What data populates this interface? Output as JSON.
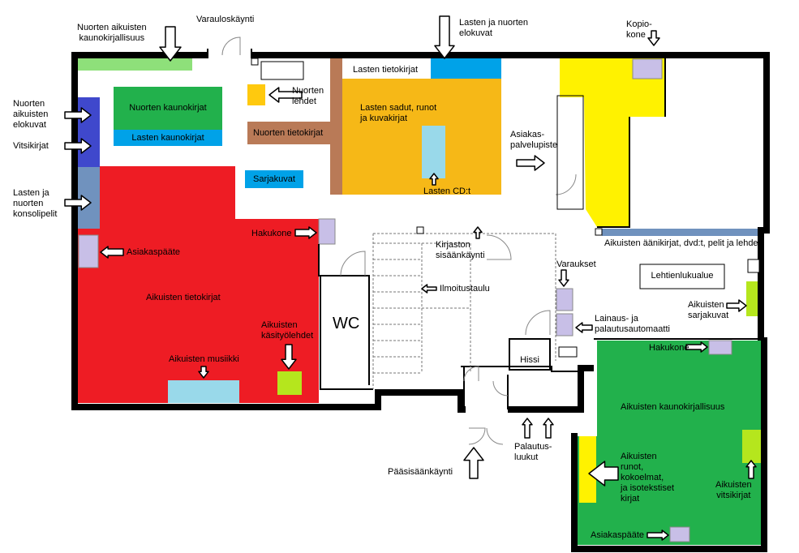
{
  "colors": {
    "wall": "#000000",
    "adult_nonfiction": "#ee1c24",
    "adult_fiction": "#22b14c",
    "children_stories": "#f6b817",
    "yellow_area": "#fff200",
    "lavender": "#c8bfe7",
    "light_blue": "#99d9ea",
    "blue": "#00a2e8",
    "dark_blue": "#3f48cc",
    "slate_blue": "#7092be",
    "brown": "#b97a57",
    "lime": "#b5e61d",
    "light_green": "#8ee07a",
    "gold": "#ffc90e"
  },
  "labels": {
    "nuorten_aikuisten_kaunokirjallisuus": [
      "Nuorten aikuisten",
      "kaunokirjallisuus"
    ],
    "varauloskaynti": "Varauloskäynti",
    "lasten_ja_nuorten_elokuvat": [
      "Lasten ja nuorten",
      "elokuvat"
    ],
    "kopiokone": [
      "Kopio-",
      "kone"
    ],
    "nuorten_aikuisten_elokuvat": [
      "Nuorten",
      "aikuisten",
      "elokuvat"
    ],
    "vitsikirjat": "Vitsikirjat",
    "lasten_ja_nuorten_konsolipelit": [
      "Lasten ja",
      "nuorten",
      "konsolipelit"
    ],
    "nuorten_kaunokirjat": "Nuorten kaunokirjat",
    "lasten_kaunokirjat": "Lasten kaunokirjat",
    "nuorten_lehdet": [
      "Nuorten",
      "lehdet"
    ],
    "nuorten_tietokirjat": "Nuorten tietokirjat",
    "sarjakuvat": "Sarjakuvat",
    "lasten_tietokirjat": "Lasten tietokirjat",
    "lasten_sadut": [
      "Lasten sadut, runot",
      "ja kuvakirjat"
    ],
    "lasten_cd": "Lasten CD:t",
    "asiakaspalvelupiste": [
      "Asiakas-",
      "palvelupiste"
    ],
    "aikuisten_aanikirjat": "Aikuisten äänikirjat, dvd:t, pelit ja lehdet",
    "lehtienlukualue": "Lehtienlukualue",
    "hakukone_1": "Hakukone",
    "asiakaspaate_1": "Asiakaspääte",
    "aikuisten_tietokirjat": "Aikuisten tietokirjat",
    "aikuisten_kasityolehdet": [
      "Aikuisten",
      "käsityölehdet"
    ],
    "aikuisten_musiikki": "Aikuisten musiikki",
    "wc": "WC",
    "kirjaston_sisaankaynti": [
      "Kirjaston",
      "sisäänkäynti"
    ],
    "ilmoitustaulu": "Ilmoitustaulu",
    "varaukset": "Varaukset",
    "lainaus": [
      "Lainaus- ja",
      "palautusautomaatti"
    ],
    "hissi": "Hissi",
    "aikuisten_sarjakuvat": [
      "Aikuisten",
      "sarjakuvat"
    ],
    "hakukone_2": "Hakukone",
    "aikuisten_kaunokirjallisuus": "Aikuisten kaunokirjallisuus",
    "aikuisten_runot": [
      "Aikuisten",
      "runot,",
      "kokoelmat,",
      "ja isotekstiset",
      "kirjat"
    ],
    "aikuisten_vitsikirjat": [
      "Aikuisten",
      "vitsikirjat"
    ],
    "asiakaspaate_2": "Asiakaspääte",
    "palautusluukut": [
      "Palautus-",
      "luukut"
    ],
    "paasisaankaynti": "Pääsisäänkäynti"
  }
}
